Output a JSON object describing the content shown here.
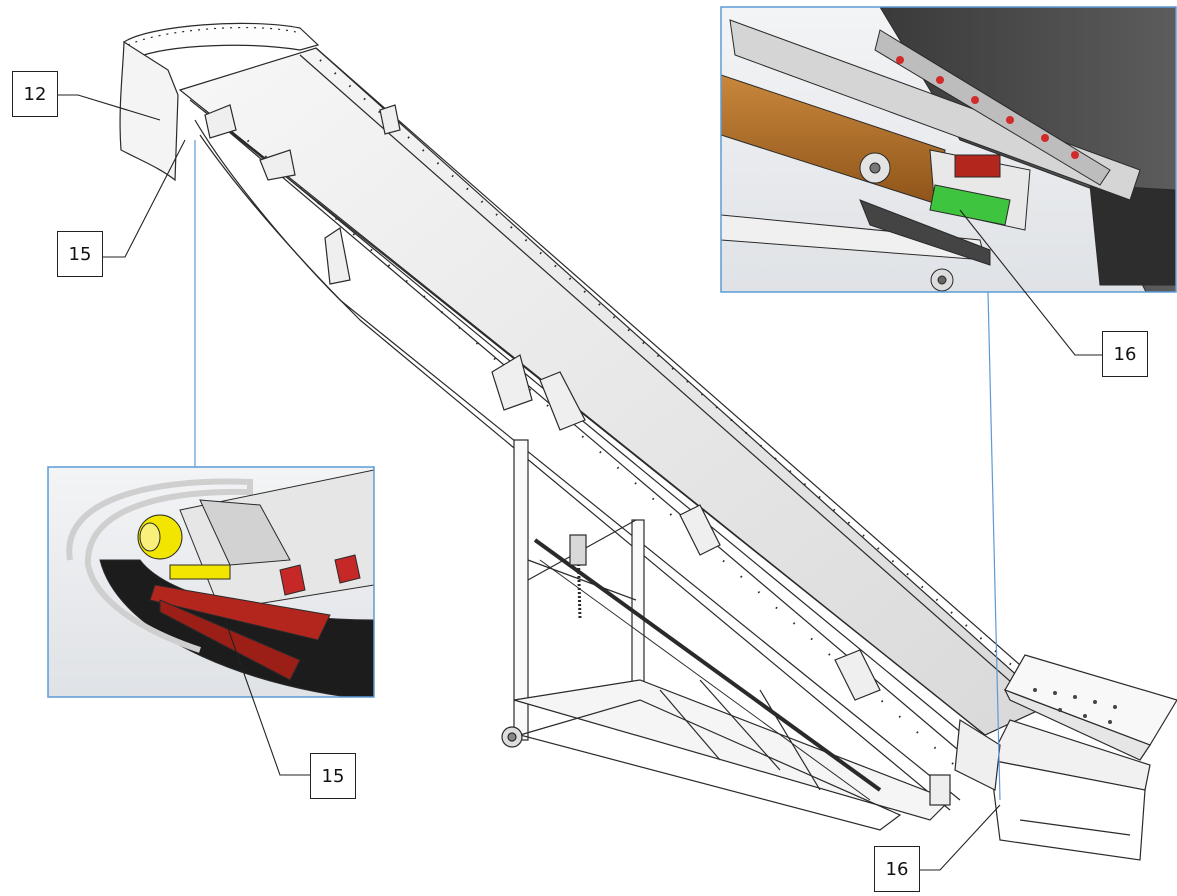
{
  "callouts": {
    "top_left_12": "12",
    "top_left_15": "15",
    "bottom_left_15": "15",
    "right_inset_16": "16",
    "bottom_right_16": "16"
  },
  "colors": {
    "inset_frame": "#5b9bd5",
    "wood_tan": "#b5712a",
    "yellow_roller": "#f2e600",
    "red_scraper": "#b3261e",
    "green_plate": "#3ec43e",
    "dark_panel": "#4a4a4a",
    "line": "#2a2a2a"
  }
}
